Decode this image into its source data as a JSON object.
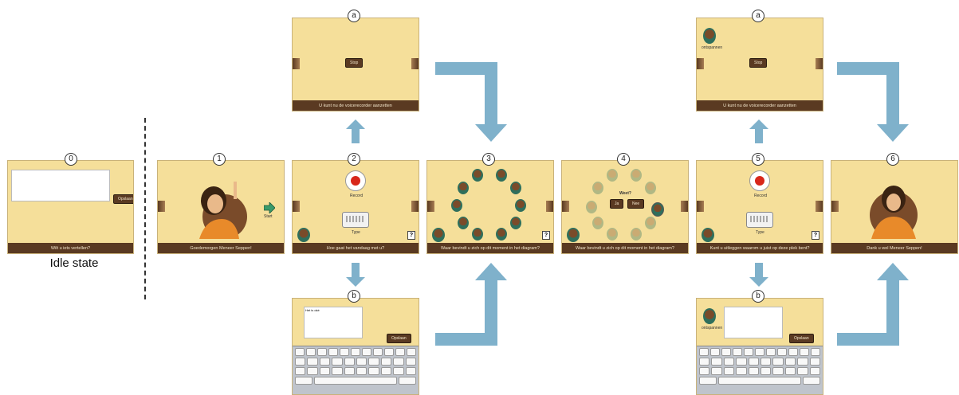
{
  "badges": {
    "s0": "0",
    "s1": "1",
    "s2": "2",
    "s3": "3",
    "s4": "4",
    "s5": "5",
    "s6": "6",
    "a1": "a",
    "b1": "b",
    "a2": "a",
    "b2": "b"
  },
  "idle_label": "Idle state",
  "screens": {
    "s0": {
      "caption": "Wilt u iets vertellen?",
      "button": "Opslaan"
    },
    "s1": {
      "caption": "Goedemorgen Meneer Seppen!",
      "button": "Start"
    },
    "s2": {
      "caption": "Hoe gaat het vandaag met u?",
      "record": "Record",
      "type": "Type",
      "help": "?"
    },
    "s3": {
      "caption": "Waar bevindt u zich op dit moment in het diagram?",
      "help": "?"
    },
    "s4": {
      "caption": "Waar bevindt u zich op dit moment in het diagram?",
      "question": "Weet?",
      "btn1": "Ja",
      "btn2": "Nee"
    },
    "s5": {
      "caption": "Kunt u uitleggen waarom u juist op deze plek bent?",
      "record": "Record",
      "type": "Type",
      "help": "?"
    },
    "s6": {
      "caption": "Dank u wel Meneer Seppen!"
    },
    "a1": {
      "caption": "U kunt nu de voicerecorder aanzetten",
      "button": "Stop"
    },
    "a2": {
      "caption": "U kunt nu de voicerecorder aanzetten",
      "button": "Stop",
      "person": "ontspannen"
    },
    "b1": {
      "caption": "",
      "button": "Opslaan",
      "typed": "Het is oké"
    },
    "b2": {
      "caption": "",
      "button": "Opslaan",
      "person": "ontspannen"
    }
  },
  "colors": {
    "screen_bg": "#f5df9a",
    "bar": "#5a3a22",
    "arrow": "#7fb1cb"
  }
}
